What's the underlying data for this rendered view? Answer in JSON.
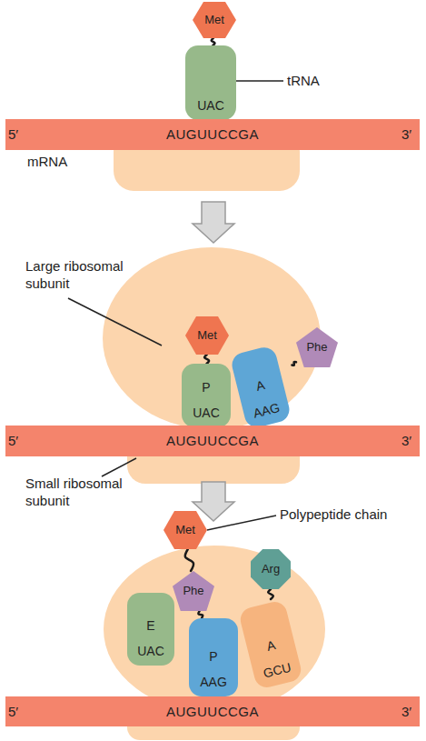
{
  "diagram": {
    "nodes": [
      {
        "text": [
          "Met"
        ]
      },
      {
        "text": [
          "UAC"
        ]
      },
      {
        "text": [
          "AUGUUCCGA"
        ]
      },
      {
        "text": [
          "Met"
        ]
      },
      {
        "text": [
          "Phe"
        ]
      },
      {
        "text": [
          "P",
          "UAC"
        ]
      },
      {
        "text": [
          "A",
          "AAG"
        ]
      },
      {
        "text": [
          "AUGUUCCGA"
        ]
      },
      {
        "text": [
          "Met"
        ]
      },
      {
        "text": [
          "Phe"
        ]
      },
      {
        "text": [
          "Arg"
        ]
      },
      {
        "text": [
          "E",
          "UAC"
        ]
      },
      {
        "text": [
          "P",
          "AAG"
        ]
      },
      {
        "text": [
          "A",
          "GCU"
        ]
      },
      {
        "text": [
          "AUGUUCCGA"
        ]
      }
    ],
    "edges": [
      {
        "from": 0,
        "to": 1,
        "arrow": "none"
      },
      {
        "from": 3,
        "to": 5,
        "arrow": "none"
      },
      {
        "from": 4,
        "to": 6,
        "arrow": "none"
      },
      {
        "from": 8,
        "to": 9,
        "arrow": "none"
      },
      {
        "from": 9,
        "to": 12,
        "arrow": "none"
      },
      {
        "from": 10,
        "to": 13,
        "arrow": "none"
      }
    ],
    "labels": [
      "tRNA",
      "5′",
      "3′",
      "mRNA",
      "Large ribosomal subunit",
      "5′",
      "3′",
      "Small ribosomal subunit",
      "Polypeptide chain",
      "5′",
      "3′"
    ]
  }
}
